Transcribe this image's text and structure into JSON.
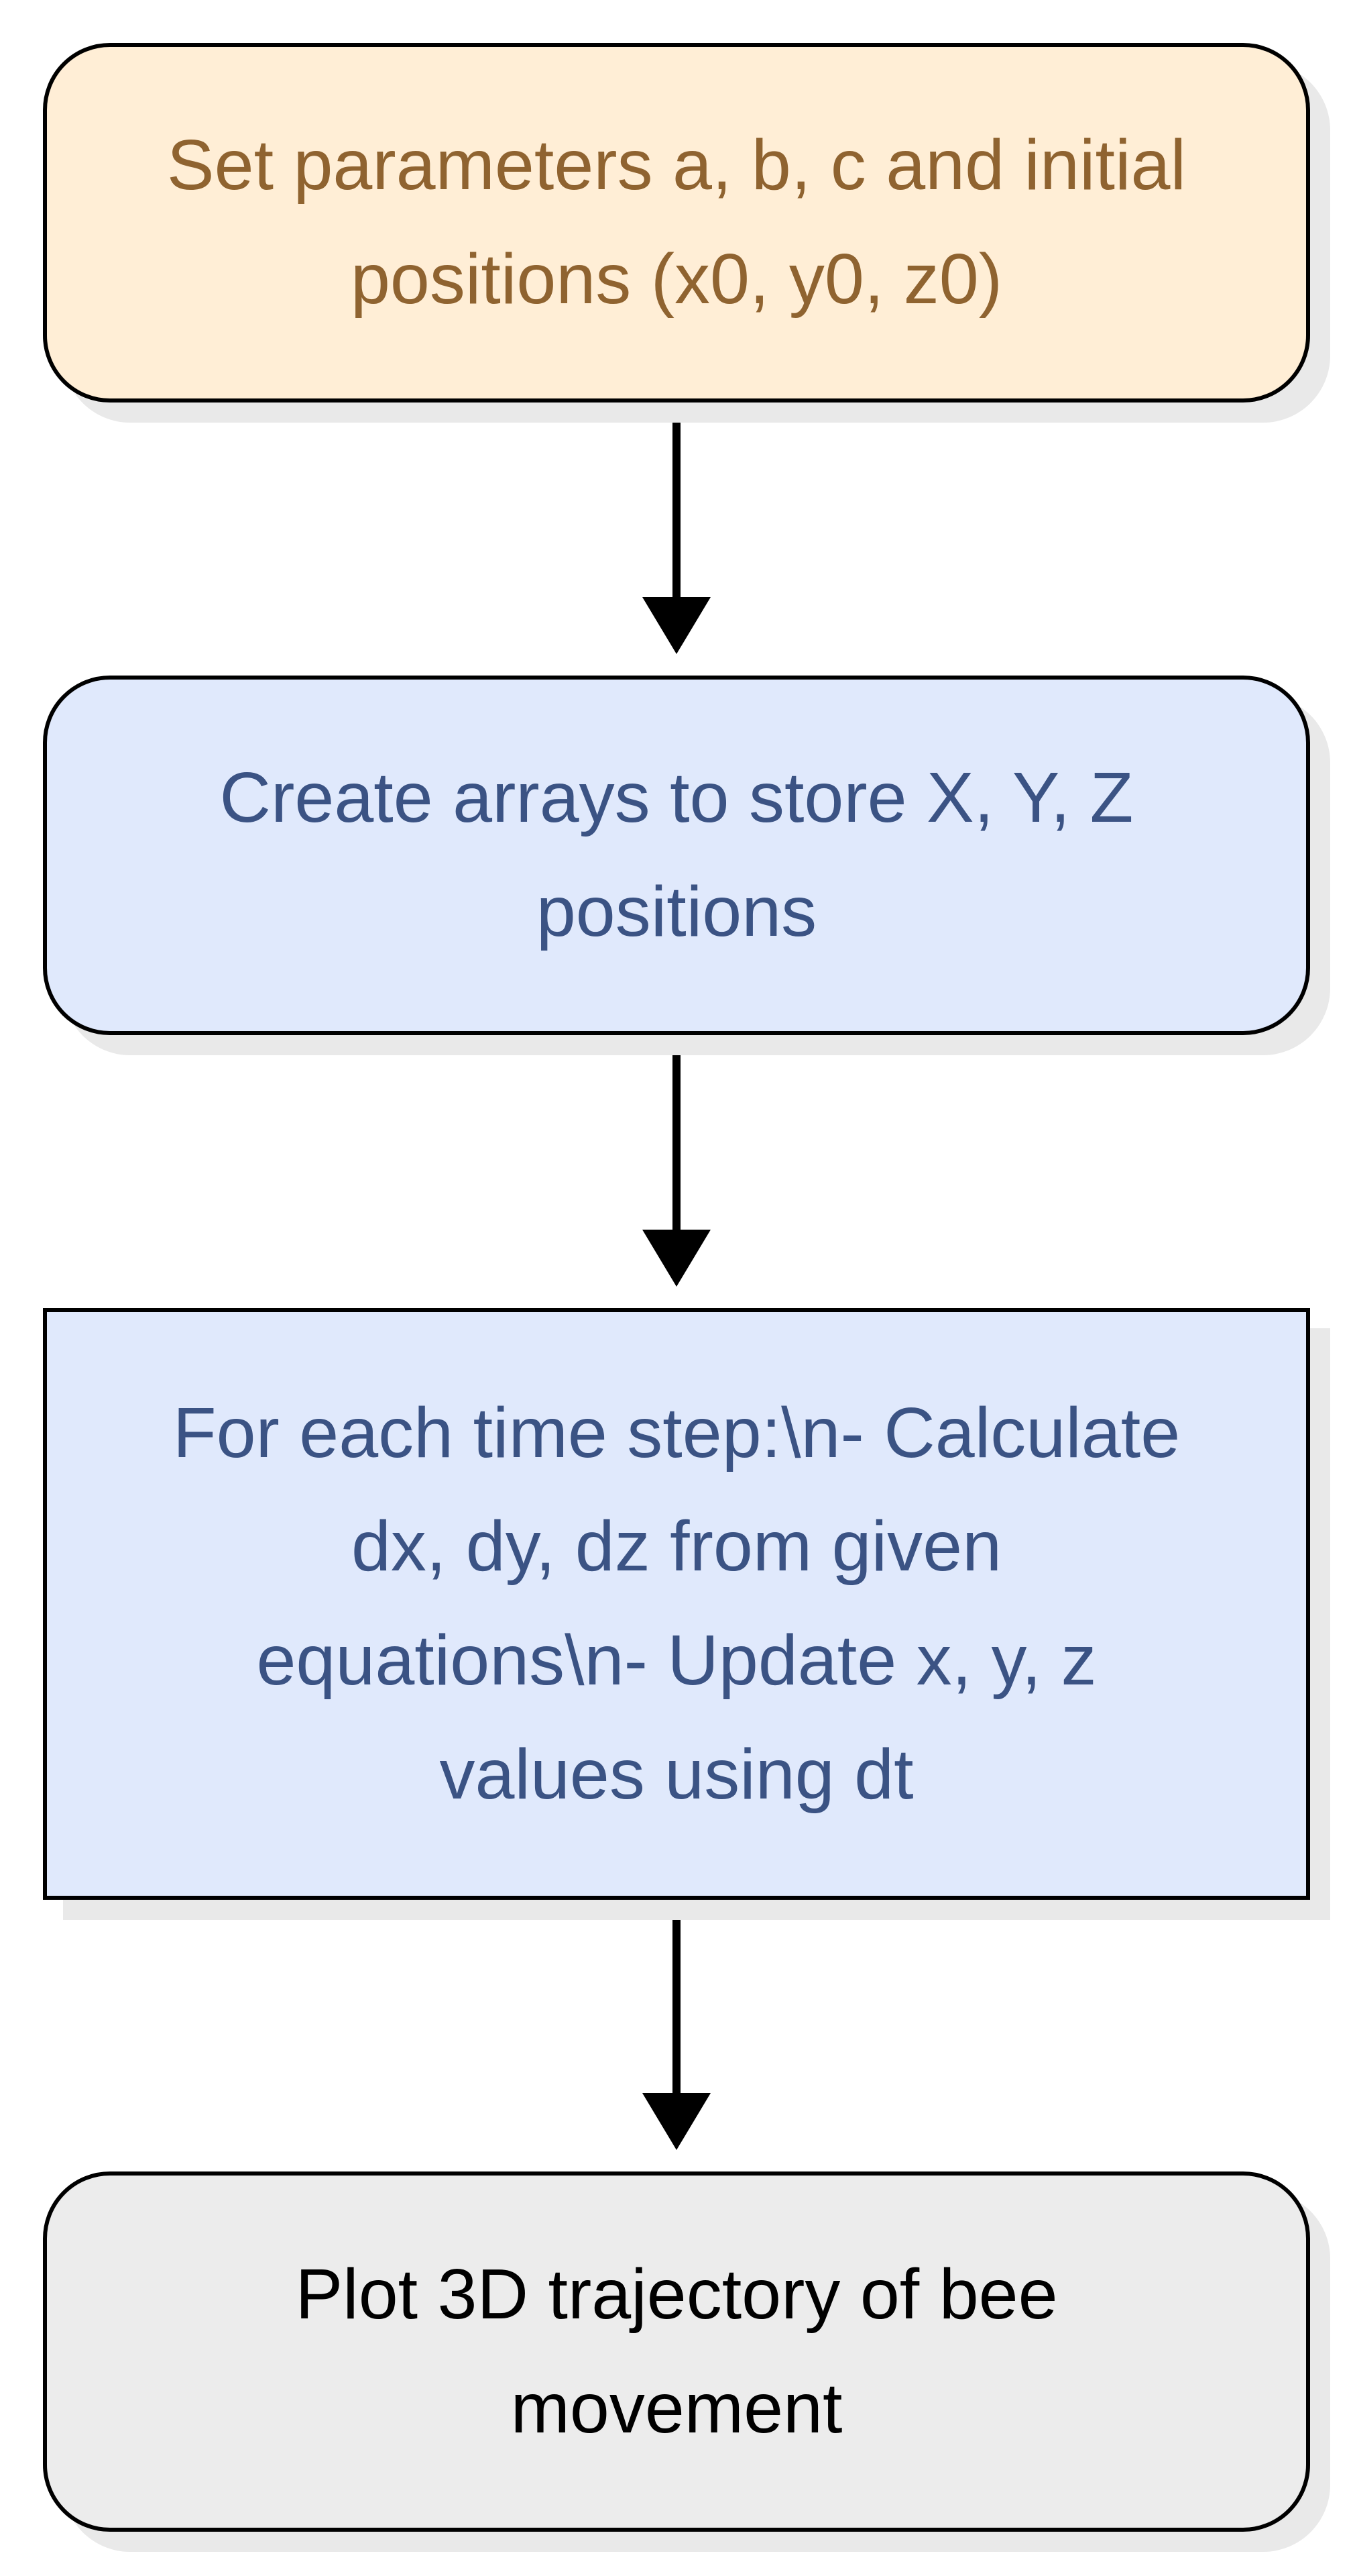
{
  "nodes": [
    {
      "id": "set-params",
      "label": "Set parameters a, b, c and initial positions (x0, y0, z0)"
    },
    {
      "id": "create-arrays",
      "label": "Create arrays to store X, Y, Z positions"
    },
    {
      "id": "time-step-loop",
      "label": "For each time step:\\n- Calculate dx, dy, dz from given equations\\n- Update x, y, z values using dt"
    },
    {
      "id": "plot-trajectory",
      "label": "Plot 3D trajectory of bee movement"
    }
  ],
  "edges": [
    {
      "from": "set-params",
      "to": "create-arrays"
    },
    {
      "from": "create-arrays",
      "to": "time-step-loop"
    },
    {
      "from": "time-step-loop",
      "to": "plot-trajectory"
    }
  ],
  "colors": {
    "node1_fill": "#ffeed6",
    "node1_text": "#8f6330",
    "node2_fill": "#e0e9fc",
    "node2_text": "#3b5384",
    "node3_fill": "#e0e9fc",
    "node3_text": "#3b5384",
    "node4_fill": "#ececec",
    "node4_text": "#000000",
    "edge": "#000000"
  }
}
